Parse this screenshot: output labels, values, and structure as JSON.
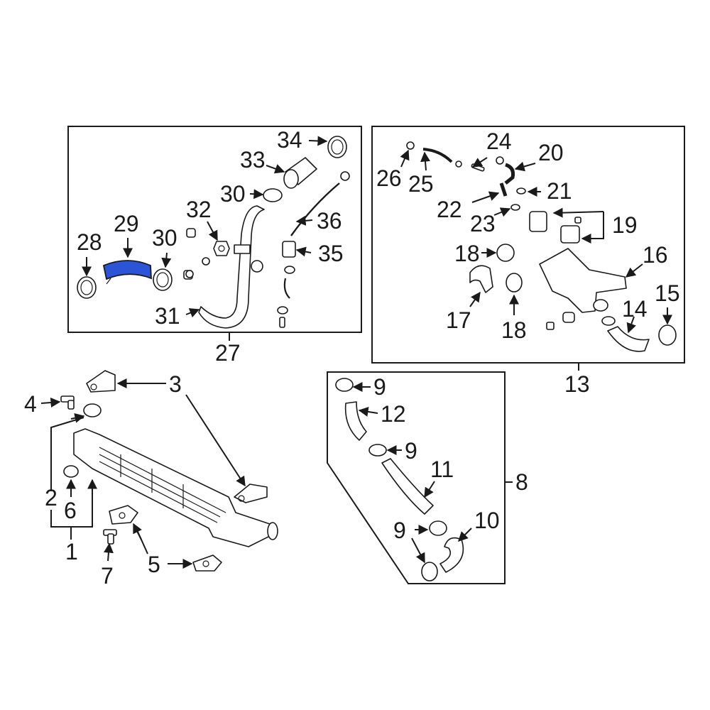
{
  "colors": {
    "highlight": "#2b54d6",
    "line": "#1a1a1a",
    "background": "#ffffff"
  },
  "callouts": {
    "n1": "1",
    "n2": "2",
    "n3": "3",
    "n4": "4",
    "n5": "5",
    "n6": "6",
    "n7": "7",
    "n8": "8",
    "n9a": "9",
    "n9b": "9",
    "n9c": "9",
    "n10": "10",
    "n11": "11",
    "n12": "12",
    "n13": "13",
    "n14": "14",
    "n15": "15",
    "n16": "16",
    "n17": "17",
    "n18a": "18",
    "n18b": "18",
    "n19": "19",
    "n20": "20",
    "n21": "21",
    "n22": "22",
    "n23": "23",
    "n24": "24",
    "n25": "25",
    "n26": "26",
    "n27": "27",
    "n28": "28",
    "n29": "29",
    "n30a": "30",
    "n30b": "30",
    "n31": "31",
    "n32": "32",
    "n33": "33",
    "n34": "34",
    "n35": "35",
    "n36": "36"
  },
  "highlighted_part": "29"
}
